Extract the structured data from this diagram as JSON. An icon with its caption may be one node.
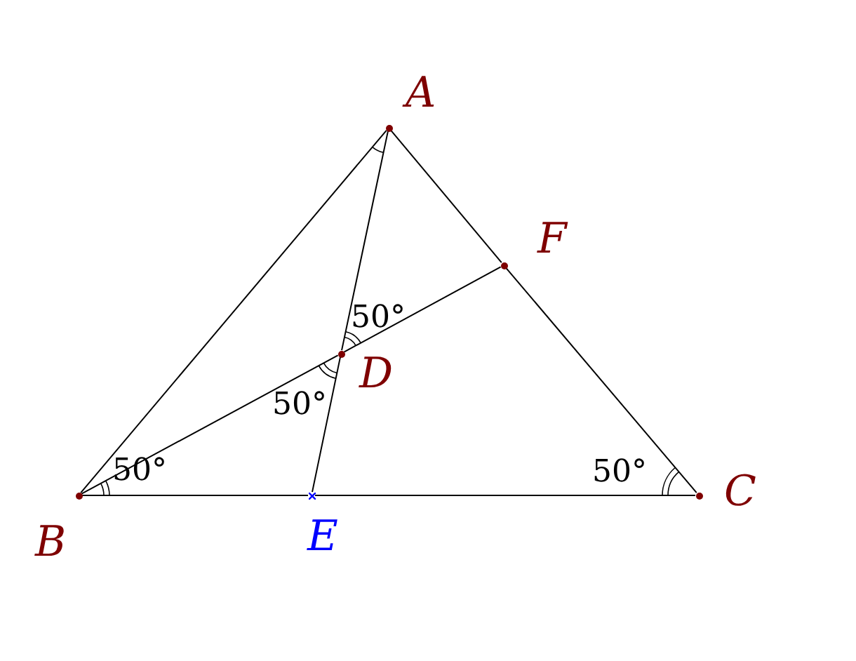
{
  "diagram": {
    "nodes": [
      {
        "text": [
          "A"
        ]
      },
      {
        "text": [
          "B"
        ]
      },
      {
        "text": [
          "C"
        ]
      },
      {
        "text": [
          "D"
        ]
      },
      {
        "text": [
          "E"
        ]
      },
      {
        "text": [
          "F"
        ]
      }
    ],
    "edges": [
      {
        "from": 0,
        "to": 1,
        "arrow": "none"
      },
      {
        "from": 0,
        "to": 5,
        "arrow": "none"
      },
      {
        "from": 5,
        "to": 2,
        "arrow": "none"
      },
      {
        "from": 1,
        "to": 4,
        "arrow": "none"
      },
      {
        "from": 4,
        "to": 2,
        "arrow": "none"
      },
      {
        "from": 0,
        "to": 3,
        "arrow": "none"
      },
      {
        "from": 3,
        "to": 4,
        "arrow": "none"
      },
      {
        "from": 1,
        "to": 3,
        "arrow": "none"
      },
      {
        "from": 3,
        "to": 5,
        "arrow": "none"
      }
    ],
    "labels": [
      "50°",
      "50°",
      "50°",
      "50°"
    ]
  }
}
